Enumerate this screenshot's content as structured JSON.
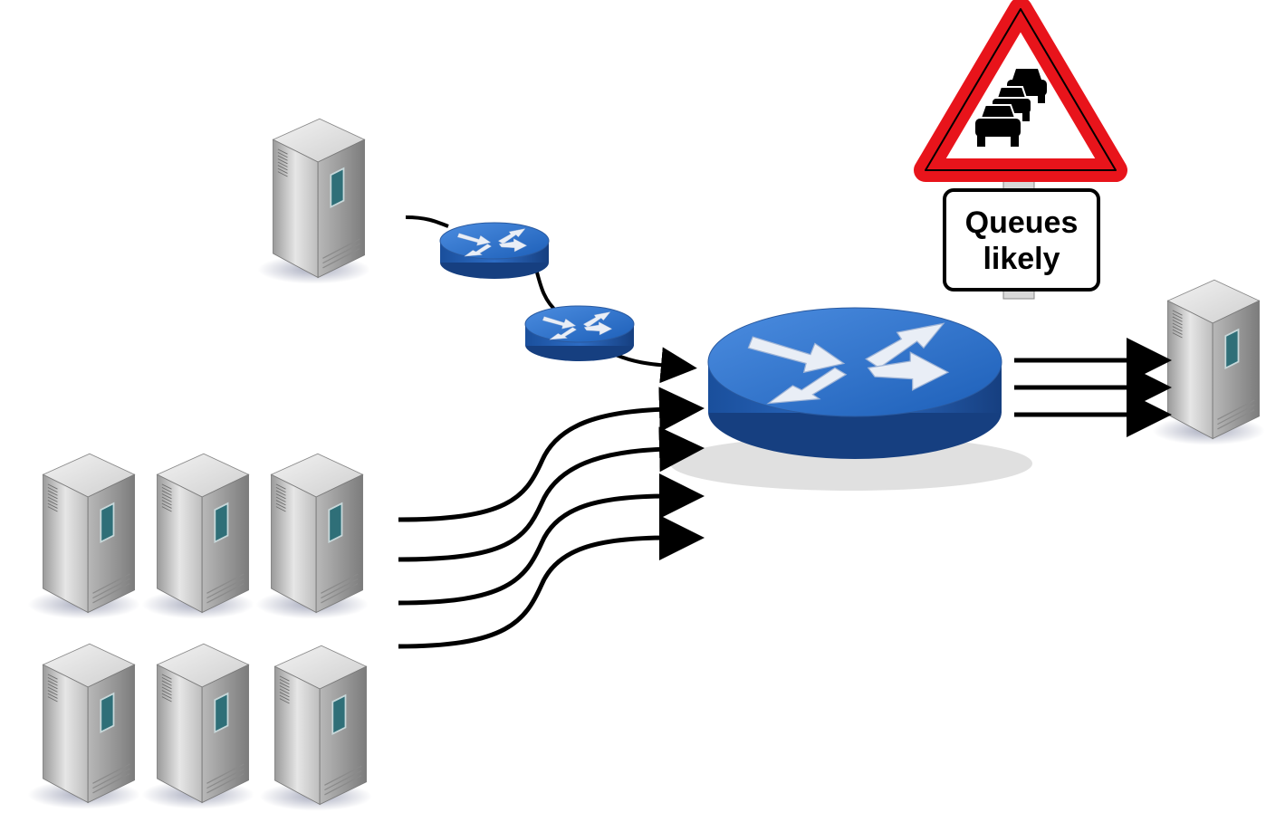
{
  "sign": {
    "line1": "Queues",
    "line2": "likely",
    "icon": "queue-of-cars-icon",
    "border_color": "#e8141b"
  },
  "colors": {
    "router_top": "#2b6fc9",
    "router_side": "#1d56a8",
    "server_body": "#c9c9c9",
    "link": "#000000"
  },
  "nodes": {
    "source_servers": 7,
    "routers": 3,
    "destination_servers": 1,
    "arrows_into_main_router": 5,
    "arrows_out_of_main_router": 3
  }
}
